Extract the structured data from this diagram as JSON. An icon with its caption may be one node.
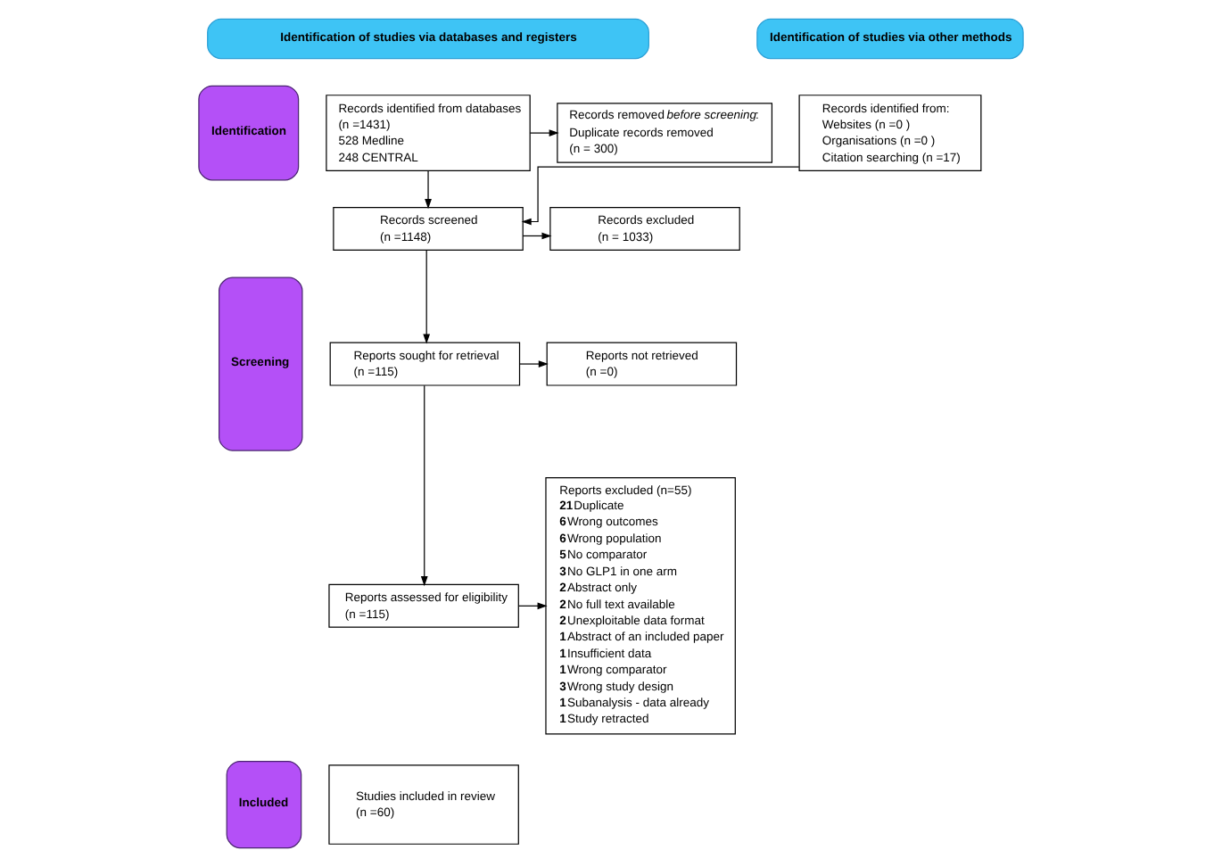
{
  "diagram": {
    "nodes": [
      {
        "text": [
          "Identification of studies via databases and registers"
        ]
      },
      {
        "text": [
          "Identification of studies via other methods"
        ]
      },
      {
        "text": [
          "Identification"
        ]
      },
      {
        "text": [
          "Records identified from databases",
          "(n =1431)",
          "528 Medline",
          "248 CENTRAL"
        ]
      },
      {
        "text": [
          "Records removed *before screening*:",
          "Duplicate records removed",
          "(n = 300)"
        ]
      },
      {
        "text": [
          "Records identified from:",
          "Websites (n =0 )",
          "Organisations (n =0 )",
          "Citation searching (n =17)"
        ]
      },
      {
        "text": [
          "Screening"
        ]
      },
      {
        "text": [
          "Records screened",
          "(n =1148)"
        ]
      },
      {
        "text": [
          "Records excluded",
          "(n = 1033)"
        ]
      },
      {
        "text": [
          "Reports sought for retrieval",
          "(n =115)"
        ]
      },
      {
        "text": [
          "Reports not retrieved",
          "(n =0)"
        ]
      },
      {
        "text": [
          "Reports assessed for eligibility",
          "(n =115)"
        ]
      },
      {
        "text": [
          "Reports excluded (n=55)",
          "**21**Duplicate",
          "**6**Wrong outcomes",
          "**6**Wrong population",
          "**5**No comparator",
          "**3**No GLP1 in one arm",
          "**2**Abstract only",
          "**2**No full text available",
          "**2**Unexploitable data format",
          "**1**Abstract of an included paper",
          "**1**Insufficient data",
          "**1**Wrong comparator",
          "**3**Wrong study design",
          "**1**Subanalysis - data already",
          "**1**Study retracted"
        ]
      },
      {
        "text": [
          "Included"
        ]
      },
      {
        "text": [
          "Studies included in review",
          "(n =60)"
        ]
      }
    ],
    "edges": [
      {
        "from": 3,
        "to": 4,
        "arrow": "to"
      },
      {
        "from": 3,
        "to": 7,
        "arrow": "to"
      },
      {
        "from": 5,
        "to": 7,
        "arrow": "to"
      },
      {
        "from": 7,
        "to": 8,
        "arrow": "to"
      },
      {
        "from": 7,
        "to": 9,
        "arrow": "to"
      },
      {
        "from": 9,
        "to": 10,
        "arrow": "to"
      },
      {
        "from": 9,
        "to": 11,
        "arrow": "to"
      },
      {
        "from": 11,
        "to": 12,
        "arrow": "to"
      }
    ]
  }
}
